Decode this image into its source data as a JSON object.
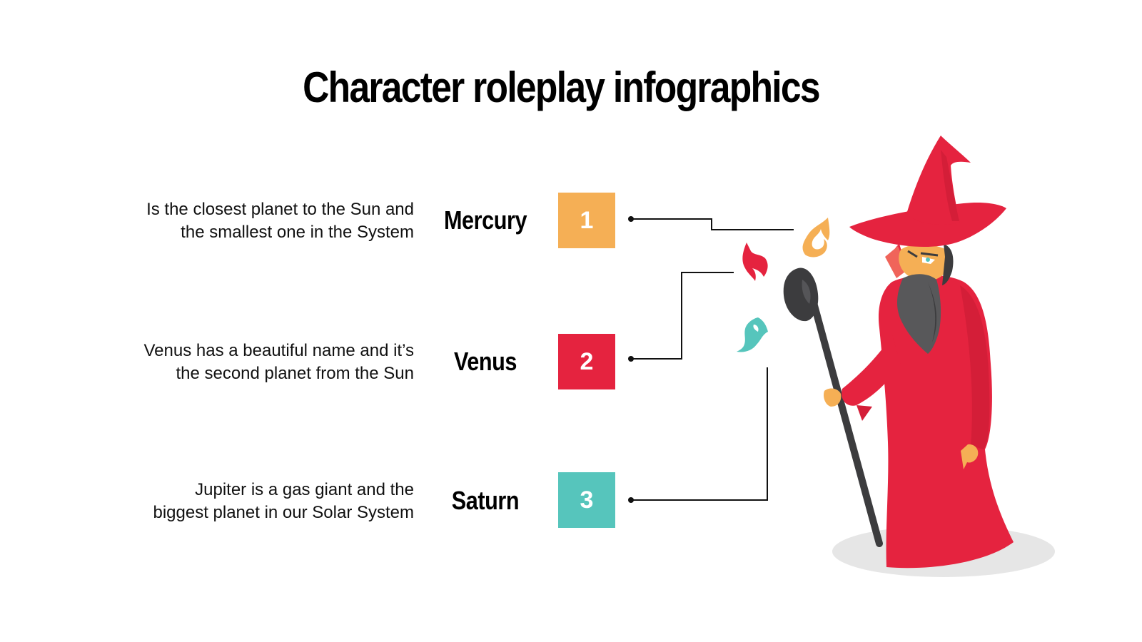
{
  "title": "Character roleplay infographics",
  "items": [
    {
      "number": "1",
      "planet": "Mercury",
      "description_line1": "Is the closest planet to the Sun and",
      "description_line2": "the smallest one in the System",
      "color": "#F5AF55"
    },
    {
      "number": "2",
      "planet": "Venus",
      "description_line1": "Venus has a beautiful name and it’s",
      "description_line2": "the second planet from the Sun",
      "color": "#E5233F"
    },
    {
      "number": "3",
      "planet": "Saturn",
      "description_line1": "Jupiter is a gas giant and the",
      "description_line2": "biggest planet in our Solar System",
      "color": "#56C5BC"
    }
  ],
  "illustration": {
    "character": "wizard",
    "flames": [
      "orange-flame",
      "red-flame",
      "teal-flame"
    ],
    "robe_color": "#E5233F",
    "staff_color": "#3C3C3E"
  }
}
